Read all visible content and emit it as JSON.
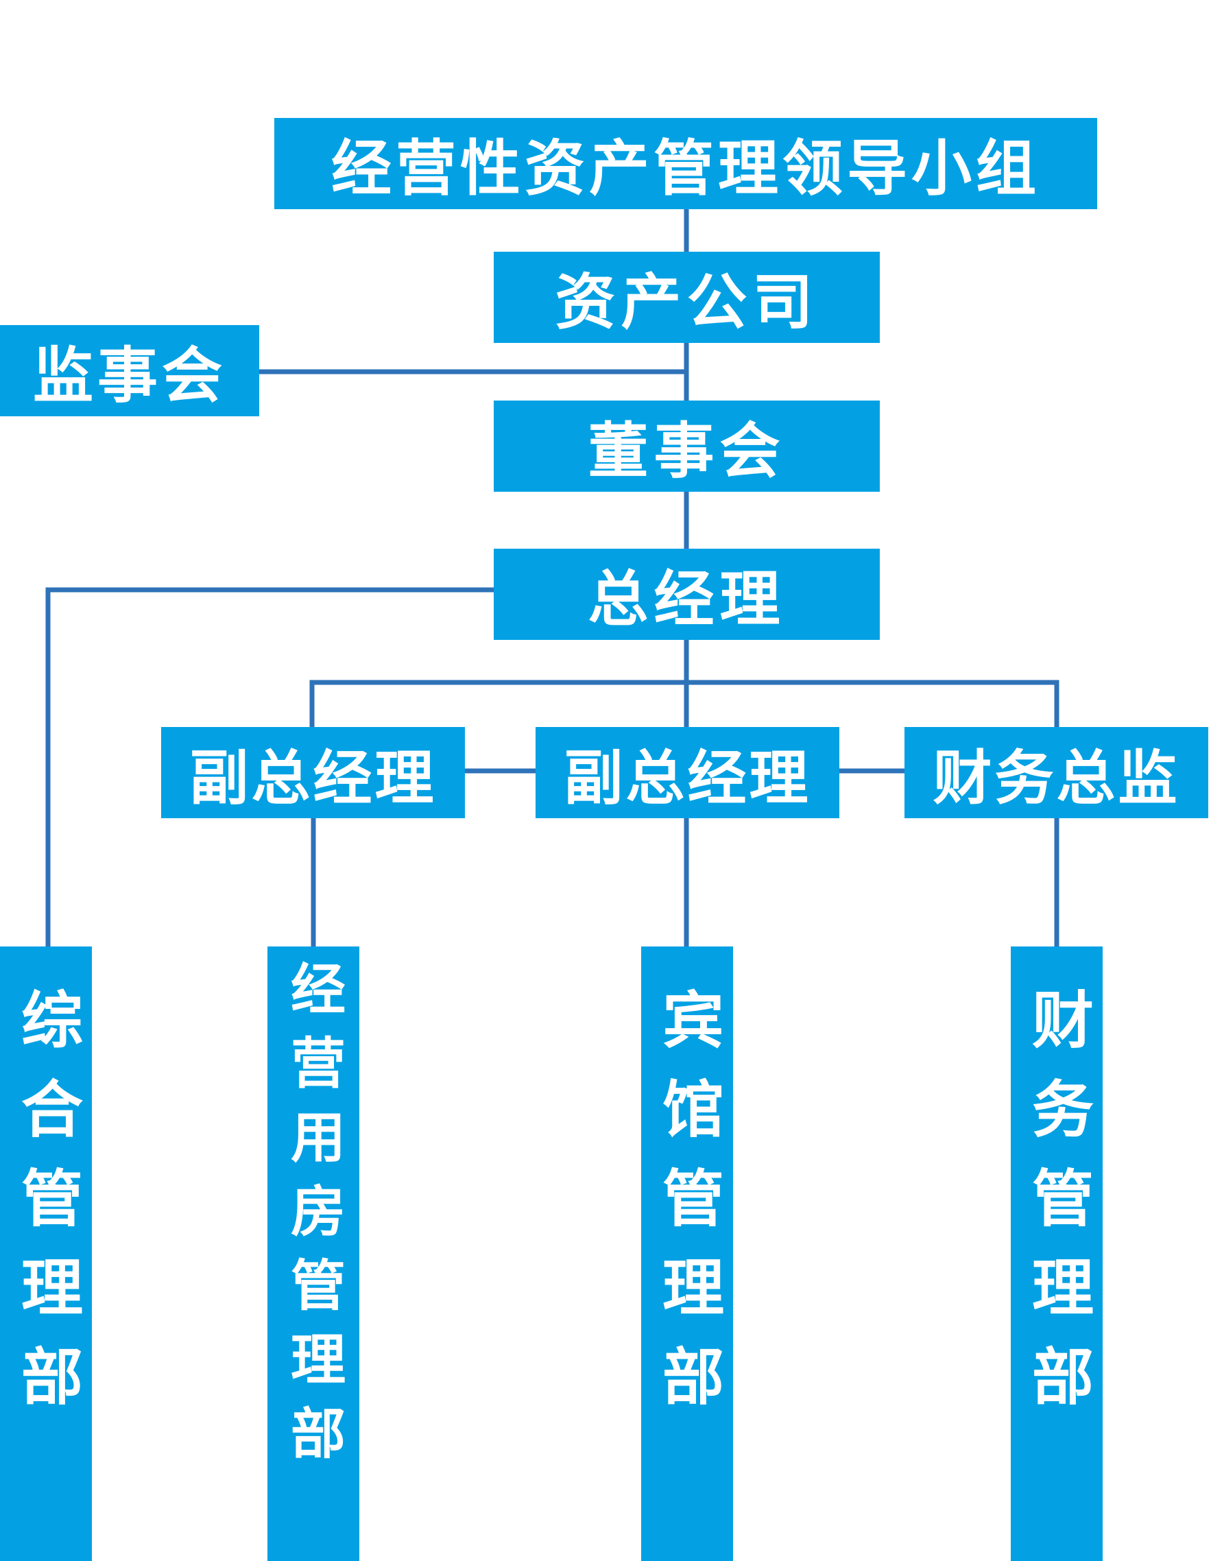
{
  "colors": {
    "box": "#03a1e4",
    "line": "#2e72b8",
    "text": "#ffffff"
  },
  "nodes": {
    "top": "经营性资产管理领导小组",
    "asset": "资产公司",
    "supervisory": "监事会",
    "board": "董事会",
    "gm": "总经理",
    "dgm1": "副总经理",
    "dgm2": "副总经理",
    "cfo": "财务总监"
  },
  "departments": {
    "general": "综合管理部",
    "housing": "经营用房管理部",
    "hotel": "宾馆管理部",
    "finance": "财务管理部"
  }
}
